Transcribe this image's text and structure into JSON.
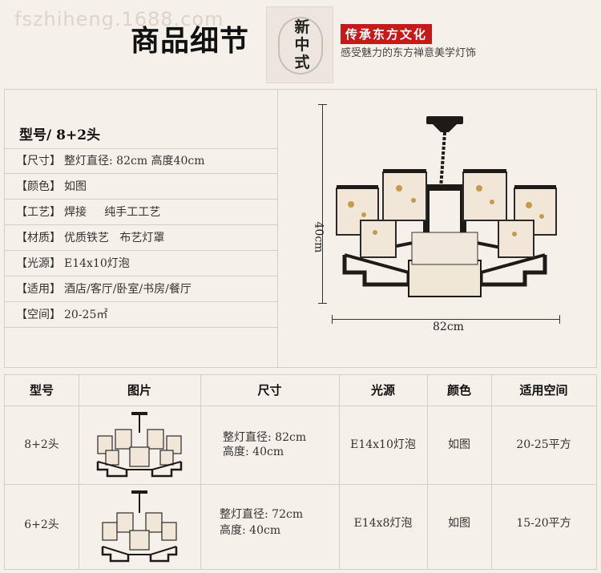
{
  "header": {
    "watermark": "fszhiheng.1688.com",
    "title": "商品细节",
    "seal_text": "新中式",
    "slogan": "传承东方文化",
    "slogan_sub": "感受魅力的东方禅意美学灯饰"
  },
  "detail": {
    "model_label": "型号/ 8+2头",
    "specs": [
      {
        "label": "【尺寸】",
        "value": "整灯直径: 82cm 高度40cm"
      },
      {
        "label": "【颜色】",
        "value": "如图"
      },
      {
        "label": "【工艺】",
        "value": "焊接     纯手工工艺"
      },
      {
        "label": "【材质】",
        "value": "优质铁艺   布艺灯罩"
      },
      {
        "label": "【光源】",
        "value": "E14x10灯泡"
      },
      {
        "label": "【适用】",
        "value": "酒店/客厅/卧室/书房/餐厅"
      },
      {
        "label": "【空间】",
        "value": "20-25㎡"
      }
    ],
    "dim_height": "40cm",
    "dim_width": "82cm"
  },
  "table": {
    "headers": [
      "型号",
      "图片",
      "尺寸",
      "光源",
      "颜色",
      "适用空间"
    ],
    "rows": [
      {
        "model": "8+2头",
        "size_line1": "整灯直径: 82cm",
        "size_line2": "高度: 40cm",
        "light": "E14x10灯泡",
        "color": "如图",
        "space": "20-25平方"
      },
      {
        "model": "6+2头",
        "size_line1": "整灯直径: 72cm",
        "size_line2": "高度: 40cm",
        "light": "E14x8灯泡",
        "color": "如图",
        "space": "15-20平方"
      }
    ]
  },
  "colors": {
    "background": "#f6f0ea",
    "accent_red": "#c41a1a",
    "border": "#d6cdc3"
  }
}
